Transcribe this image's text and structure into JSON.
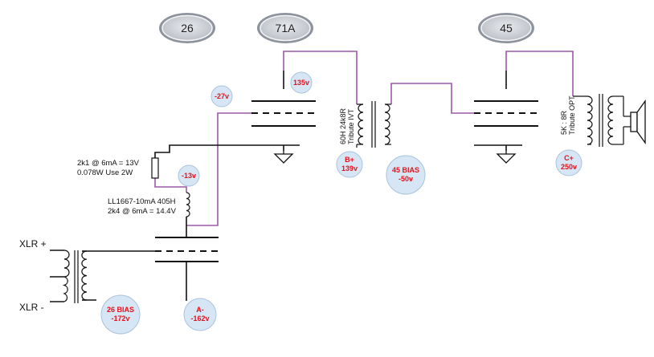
{
  "tubes": {
    "t26": "26",
    "t71a": "71A",
    "t45": "45"
  },
  "notes": {
    "resistor_line1": "2k1 @ 6mA = 13V",
    "resistor_line2": "0.078W Use 2W",
    "choke_line1": "LL1667-10mA 405H",
    "choke_line2": "2k4 @ 6mA = 14.4V"
  },
  "transformers": {
    "ivt_line1": "Tribute IVT",
    "ivt_line2": "60H 24k8R",
    "opt_line1": "Tribute OPT",
    "opt_line2": "5K : 8R"
  },
  "inputs": {
    "xlr_plus": "XLR +",
    "xlr_minus": "XLR -"
  },
  "voltages": {
    "v135": "135v",
    "vneg27": "-27v",
    "vneg13": "-13v",
    "bplus_1": "B+",
    "bplus_2": "139v",
    "bias45_1": "45 BIAS",
    "bias45_2": "-50v",
    "cplus_1": "C+",
    "cplus_2": "250v",
    "bias26_1": "26 BIAS",
    "bias26_2": "-172v",
    "aminus_1": "A-",
    "aminus_2": "-162v"
  },
  "colors": {
    "signal_wire": "#9b59a6",
    "badge_fill": "#d6e6f4",
    "badge_text": "#e8101a",
    "tube_badge_fill": "#c9cdd3"
  }
}
